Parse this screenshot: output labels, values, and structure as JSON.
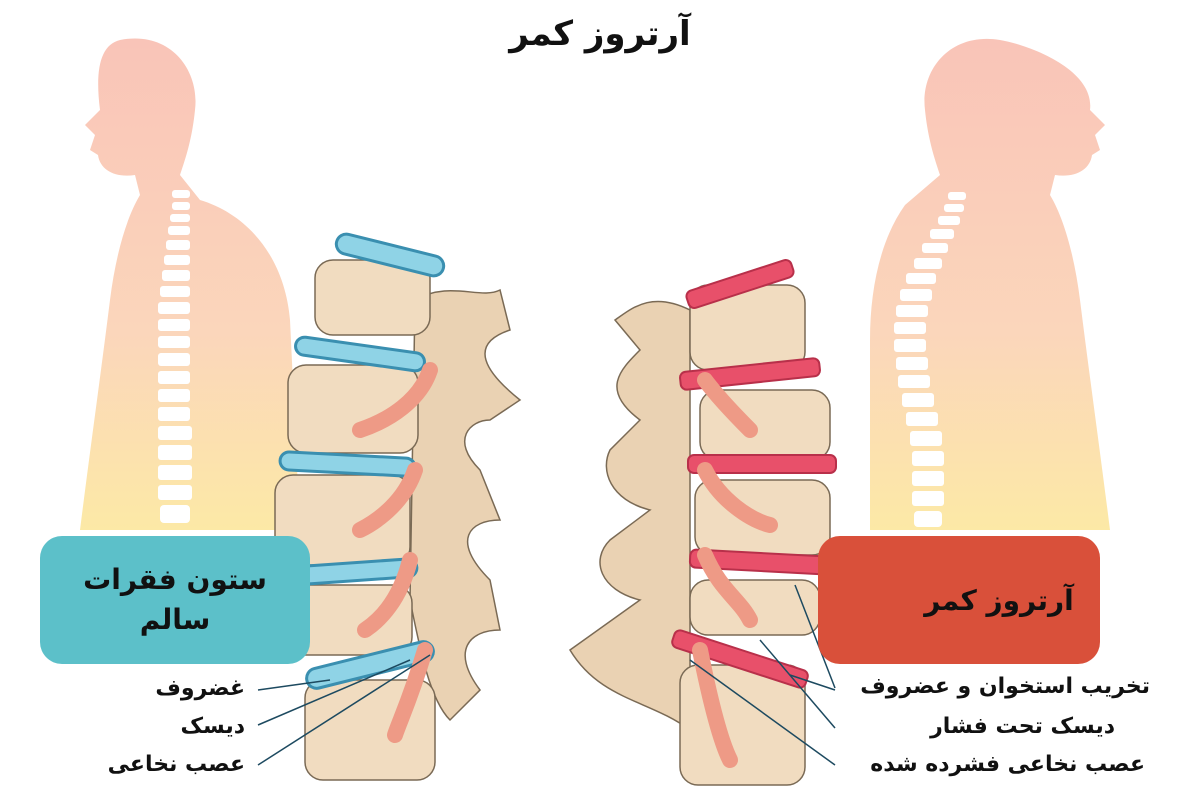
{
  "title": "آرتروز کمر",
  "healthy": {
    "box_line1": "ستون فقرات",
    "box_line2": "سالم",
    "labels": [
      "غضروف",
      "دیسک",
      "عصب نخاعی"
    ]
  },
  "arthritis": {
    "box_label": "آرتروز کمر",
    "labels": [
      "تخریب استخوان و عضروف",
      "دیسک تحت فشار",
      "عصب نخاعی فشرده شده"
    ]
  },
  "colors": {
    "healthy_box": "#5cc0c9",
    "arthritis_box": "#d9503a",
    "healthy_disc": "#8fd3e6",
    "damaged_disc": "#e8506a",
    "bone": "#f1dcc0",
    "nerve": "#ee9a86"
  }
}
